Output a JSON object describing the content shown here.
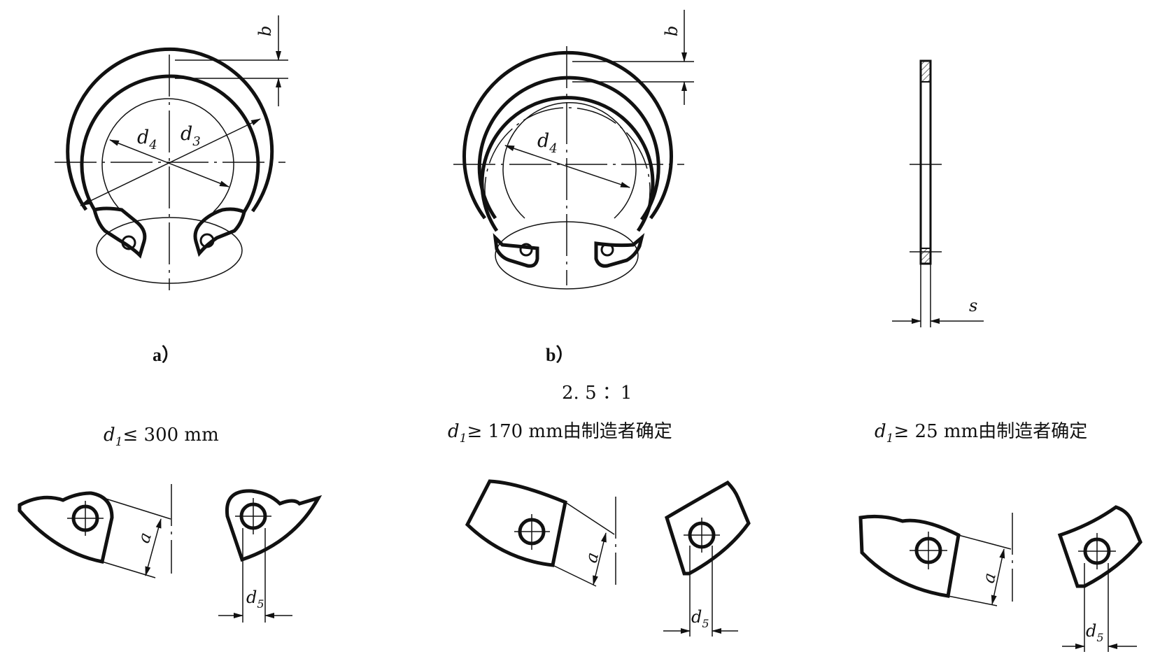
{
  "views": {
    "a": {
      "caption": "a）",
      "d4": "d",
      "d4_sub": "4",
      "d3": "d",
      "d3_sub": "3",
      "b": "b"
    },
    "b": {
      "caption": "b）",
      "d4": "d",
      "d4_sub": "4",
      "b": "b"
    },
    "side": {
      "s": "s"
    }
  },
  "scale": "2. 5 ：1",
  "conditions": [
    {
      "d": "d",
      "sub": "1",
      "text": "≤ 300 mm"
    },
    {
      "d": "d",
      "sub": "1",
      "text": "≥ 170 mm由制造者确定"
    },
    {
      "d": "d",
      "sub": "1",
      "text": "≥ 25 mm由制造者确定"
    }
  ],
  "details": {
    "a_label": "a",
    "d5": "d",
    "d5_sub": "5"
  }
}
